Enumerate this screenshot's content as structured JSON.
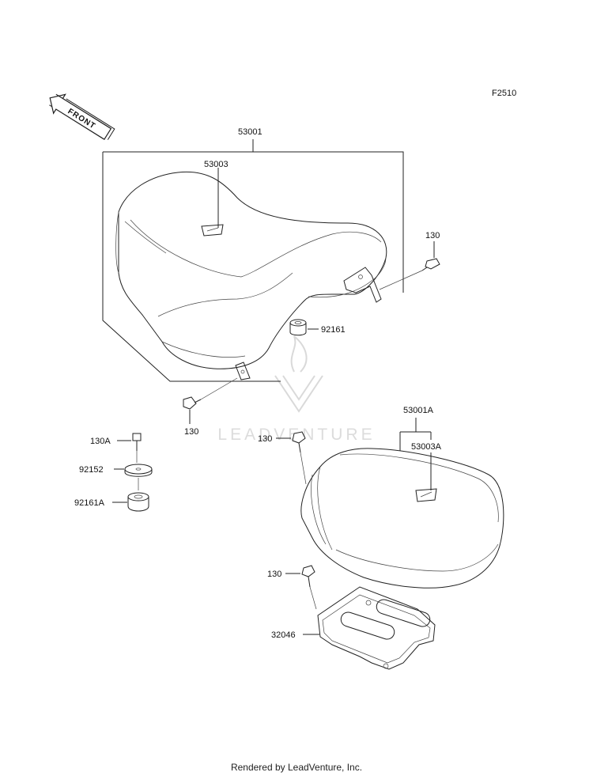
{
  "diagram": {
    "figure_code": "F2510",
    "front_label": "FRONT",
    "watermark": "LEADVENTURE",
    "labels": {
      "p53001": "53001",
      "p53003": "53003",
      "p130_right": "130",
      "p92161": "92161",
      "p130_bottom": "130",
      "p130A": "130A",
      "p92152": "92152",
      "p92161A": "92161A",
      "p53001A": "53001A",
      "p130_rear": "130",
      "p53003A": "53003A",
      "p130_plate": "130",
      "p32046": "32046"
    }
  },
  "footer": {
    "text": "Rendered by LeadVenture, Inc."
  }
}
